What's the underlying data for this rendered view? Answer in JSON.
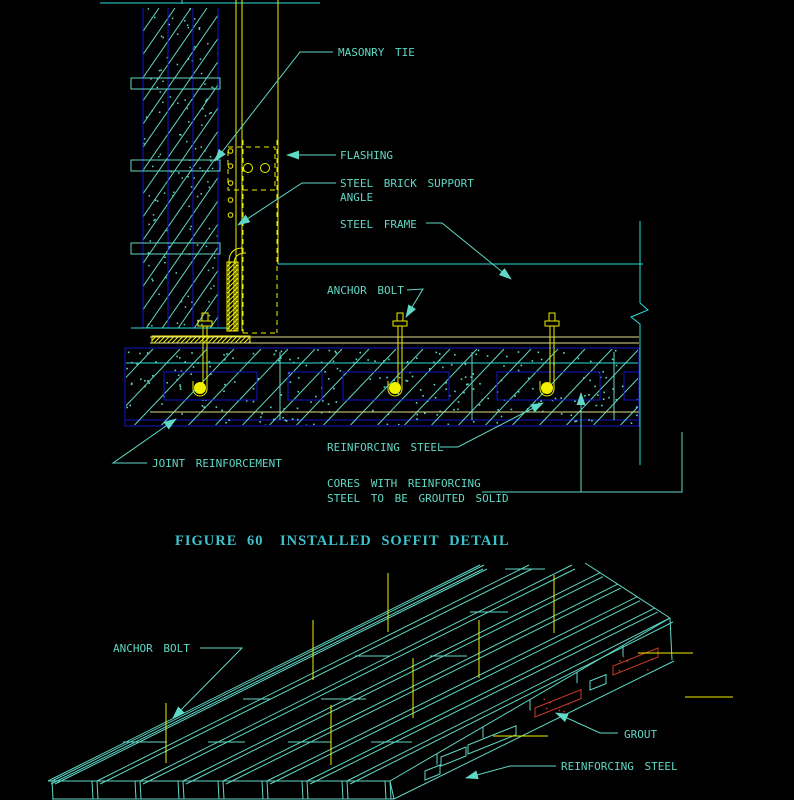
{
  "section": {
    "labels": {
      "masonry_tie": "MASONRY TIE",
      "flashing": "FLASHING",
      "support_angle_line1": "STEEL BRICK SUPPORT",
      "support_angle_line2": "ANGLE",
      "steel_frame": "STEEL FRAME",
      "anchor_bolt": "ANCHOR BOLT",
      "reinforcing_steel": "REINFORCING STEEL",
      "joint_reinforcement": "JOINT REINFORCEMENT",
      "cores_line1": "CORES WITH REINFORCING",
      "cores_line2": "STEEL TO BE GROUTED SOLID"
    },
    "title_number": "FIGURE 60",
    "title_text": "INSTALLED SOFFIT DETAIL"
  },
  "isometric": {
    "labels": {
      "anchor_bolt": "ANCHOR BOLT",
      "grout": "GROUT",
      "reinforcing_steel": "REINFORCING STEEL"
    }
  },
  "colors": {
    "background": "#000000",
    "cyan": "#27E0DC",
    "teal": "#5FD8C6",
    "blue": "#1414D2",
    "yellow": "#F0F000",
    "pale_yellow": "#DCDC8E",
    "red": "#C23A28",
    "title": "#3CC3CD"
  }
}
